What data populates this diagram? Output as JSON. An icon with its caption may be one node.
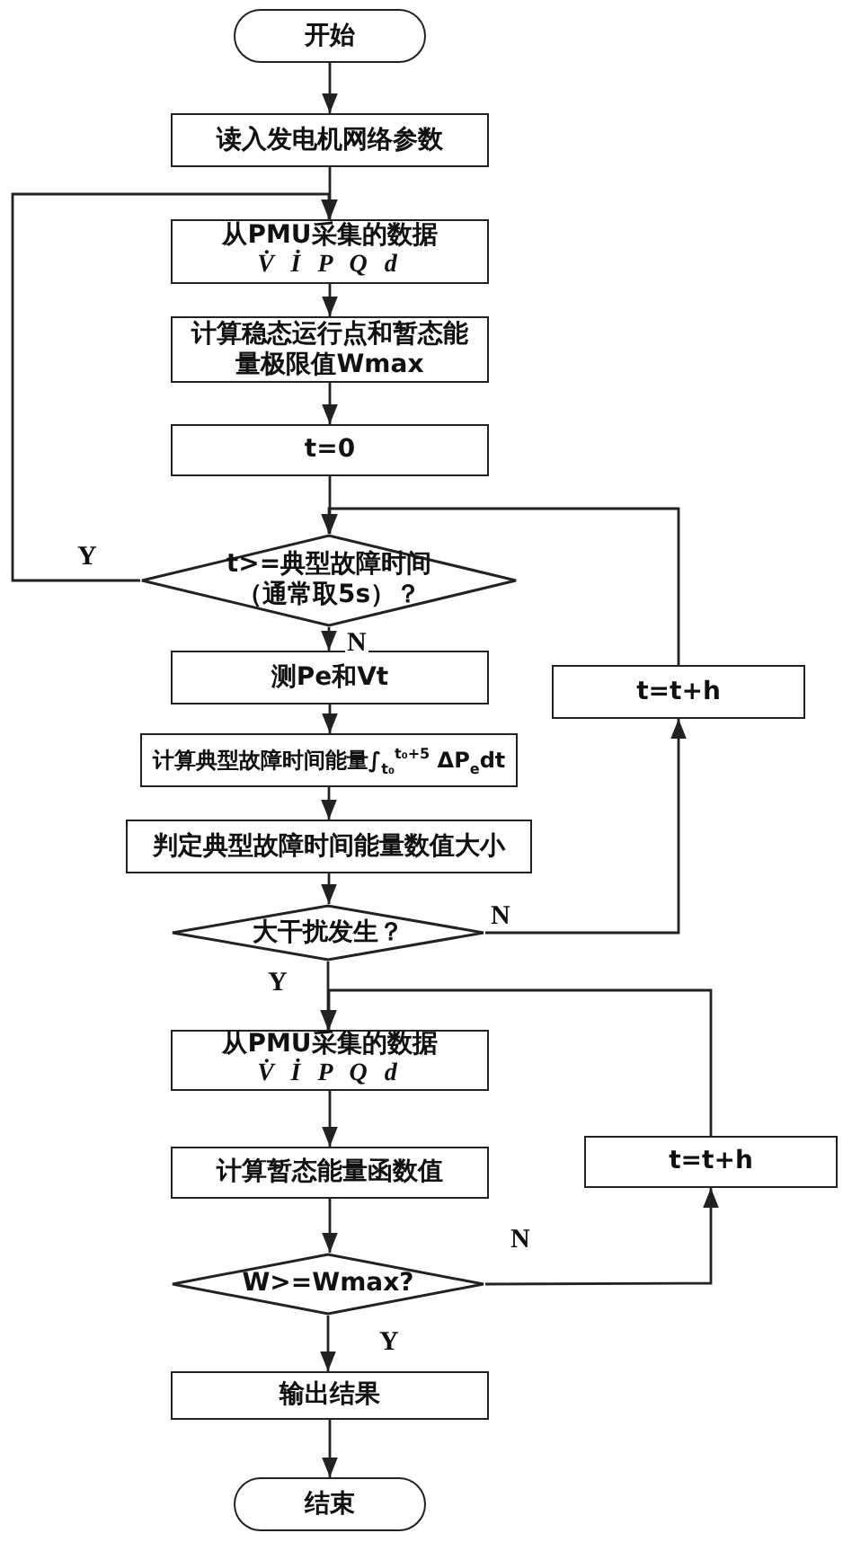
{
  "diagram": {
    "nodes": [
      {
        "text": [
          "开始"
        ]
      },
      {
        "text": [
          "读入发电机网络参数"
        ]
      },
      {
        "text": [
          "从PMU采集的数据",
          "V̇ İ P Q d"
        ]
      },
      {
        "text": [
          "计算稳态运行点和暂态能量极限值Wmax"
        ]
      },
      {
        "text": [
          "t=0"
        ]
      },
      {
        "text": [
          "t>=典型故障时间（通常取5s）？"
        ]
      },
      {
        "text": [
          "测Pe和Vt"
        ]
      },
      {
        "text": [
          "计算典型故障时间能量∫$_{t₀}$$^{t₀+5}$ ΔP$_{e}$dt"
        ]
      },
      {
        "text": [
          "判定典型故障时间能量数值大小"
        ]
      },
      {
        "text": [
          "大干扰发生？"
        ]
      },
      {
        "text": [
          "t=t+h"
        ]
      },
      {
        "text": [
          "从PMU采集的数据",
          "V̇ İ P Q d"
        ]
      },
      {
        "text": [
          "计算暂态能量函数值"
        ]
      },
      {
        "text": [
          "W>=Wmax?"
        ]
      },
      {
        "text": [
          "t=t+h"
        ]
      },
      {
        "text": [
          "输出结果"
        ]
      },
      {
        "text": [
          "结束"
        ]
      }
    ],
    "edges": [
      {
        "from": 0,
        "to": 1,
        "arrow": "to"
      },
      {
        "from": 1,
        "to": 2,
        "arrow": "to"
      },
      {
        "from": 2,
        "to": 3,
        "arrow": "to"
      },
      {
        "from": 3,
        "to": 4,
        "arrow": "to"
      },
      {
        "from": 4,
        "to": 5,
        "arrow": "to"
      },
      {
        "from": 5,
        "to": 2,
        "arrow": "to",
        "label": "Y"
      },
      {
        "from": 5,
        "to": 6,
        "arrow": "to",
        "label": "N"
      },
      {
        "from": 6,
        "to": 7,
        "arrow": "to"
      },
      {
        "from": 7,
        "to": 8,
        "arrow": "to"
      },
      {
        "from": 8,
        "to": 9,
        "arrow": "to"
      },
      {
        "from": 9,
        "to": 10,
        "arrow": "to",
        "label": "N"
      },
      {
        "from": 10,
        "to": 5,
        "arrow": "to"
      },
      {
        "from": 9,
        "to": 11,
        "arrow": "to",
        "label": "Y"
      },
      {
        "from": 14,
        "to": 11,
        "arrow": "to"
      },
      {
        "from": 11,
        "to": 12,
        "arrow": "to"
      },
      {
        "from": 12,
        "to": 13,
        "arrow": "to"
      },
      {
        "from": 13,
        "to": 14,
        "arrow": "to",
        "label": "N"
      },
      {
        "from": 13,
        "to": 15,
        "arrow": "to",
        "label": "Y"
      },
      {
        "from": 15,
        "to": 16,
        "arrow": "to"
      }
    ]
  }
}
